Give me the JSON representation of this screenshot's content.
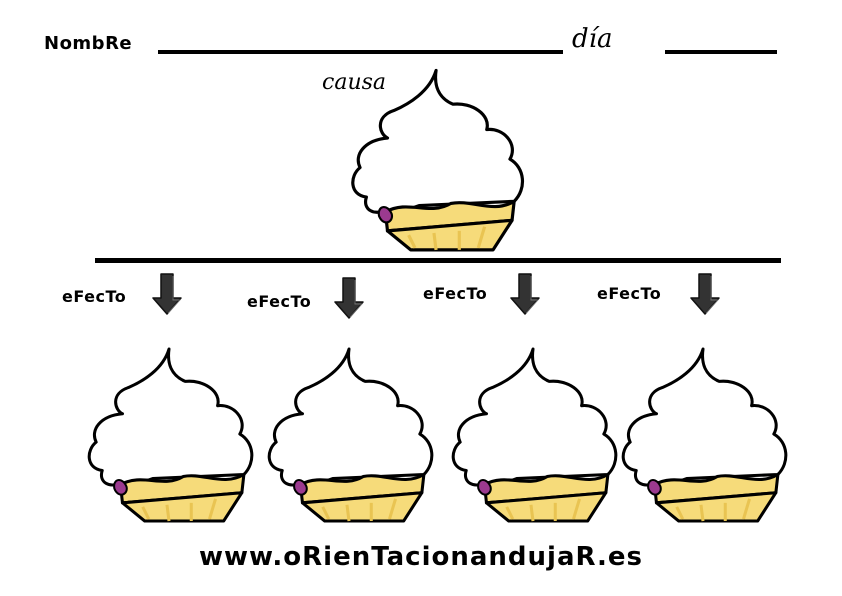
{
  "header": {
    "name_label": "NombRe",
    "day_label": "día"
  },
  "cause": {
    "label": "causa"
  },
  "effects": [
    {
      "label": "eFecTo"
    },
    {
      "label": "eFecTo"
    },
    {
      "label": "eFecTo"
    },
    {
      "label": "eFecTo"
    }
  ],
  "footer": {
    "website": "www.oRienTacionandujaR.es"
  },
  "colors": {
    "frosting": "#ffffff",
    "cup": "#f6db7a",
    "cup_dark": "#e9c452",
    "cherry": "#9b3a8f",
    "arrow": "#333333",
    "outline": "#000000"
  }
}
